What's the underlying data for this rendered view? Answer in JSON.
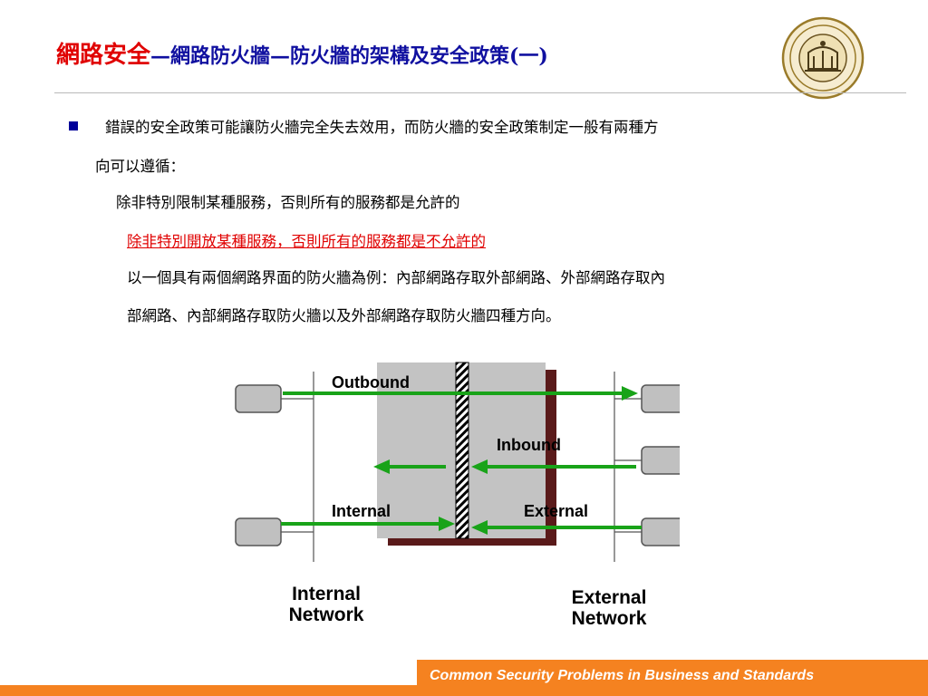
{
  "header": {
    "title_main": "網路安全",
    "title_sub": "—網路防火牆—防火牆的架構及安全政策(一)"
  },
  "body": {
    "para1_line1": "錯誤的安全政策可能讓防火牆完全失去效用，而防火牆的安全政策制定一般有兩種方",
    "para1_line2": "向可以遵循：",
    "item1": "除非特別限制某種服務，否則所有的服務都是允許的",
    "item2": "除非特別開放某種服務，否則所有的服務都是不允許的",
    "para2_line1": "以一個具有兩個網路界面的防火牆為例：內部網路存取外部網路、外部網路存取內",
    "para2_line2": "部網路、內部網路存取防火牆以及外部網路存取防火牆四種方向。"
  },
  "diagram": {
    "outbound": "Outbound",
    "inbound": "Inbound",
    "internal": "Internal",
    "external": "External",
    "internal_network_1": "Internal",
    "internal_network_2": "Network",
    "external_network_1": "External",
    "external_network_2": "Network"
  },
  "footer": {
    "text": "Common Security Problems in Business and Standards"
  },
  "colors": {
    "title_red": "#e00000",
    "title_blue": "#1010a0",
    "arrow_green": "#19a319",
    "footer_orange": "#f58220"
  }
}
